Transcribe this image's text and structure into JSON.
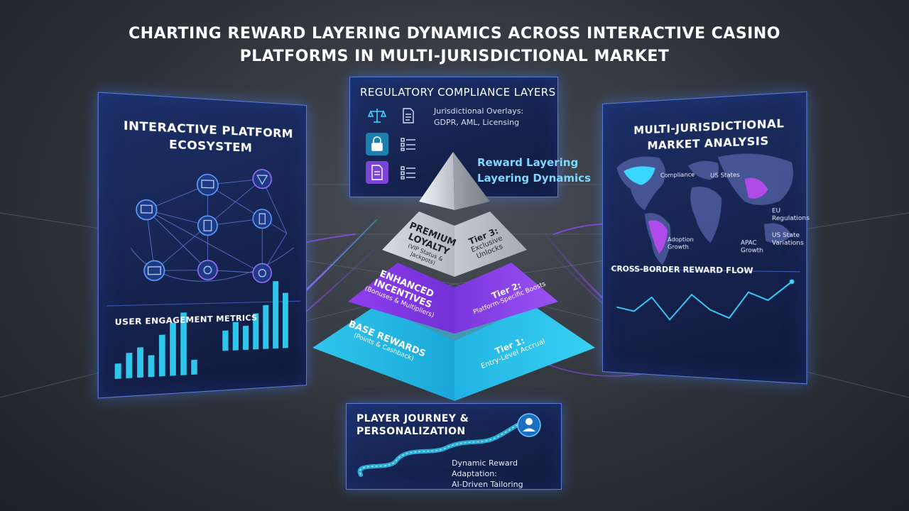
{
  "title": {
    "line1": "CHARTING REWARD LAYERING DYNAMICS ACROSS INTERACTIVE CASINO",
    "line2": "PLATFORMS IN MULTI-JURISDICTIONAL MARKET"
  },
  "left_panel": {
    "title": "INTERACTIVE PLATFORM ECOSYSTEM",
    "metrics_label": "USER ENGAGEMENT METRICS",
    "icons": [
      "monitor-icon",
      "tablet-icon",
      "phone-icon",
      "card-icon",
      "filter-icon",
      "chip-icon"
    ]
  },
  "compliance_panel": {
    "title": "REGULATORY COMPLIANCE LAYERS",
    "text_line1": "Jurisdictional Overlays:",
    "text_line2": "GDPR, AML, Licensing",
    "icons": [
      "scales-icon",
      "document-icon",
      "lock-icon",
      "checklist-icon",
      "document-icon",
      "checklist-icon"
    ]
  },
  "pyramid_side_label": {
    "line1": "Reward Layering",
    "line2": "Layering Dynamics"
  },
  "tiers": {
    "premium": {
      "name1": "PREMIUM",
      "name2": "LOYALTY",
      "sub": "(VIP Status & Jackpots)",
      "tier": "Tier 3:",
      "desc1": "Exclusive",
      "desc2": "Unlocks"
    },
    "enhanced": {
      "name1": "ENHANCED",
      "name2": "INCENTIVES",
      "sub": "(Bonuses & Multipliers)",
      "tier": "Tier 2:",
      "desc1": "Platform-Specific Boosts"
    },
    "base": {
      "name1": "BASE REWARDS",
      "sub": "(Points & Cashback)",
      "tier": "Tier 1:",
      "desc1": "Entry-Level Accrual"
    }
  },
  "right_panel": {
    "title": "MULTI-JURISDICTIONAL MARKET ANALYSIS",
    "flow_label": "CROSS-BORDER REWARD FLOW",
    "map_labels": {
      "compliance": "Compliance",
      "us": "US States",
      "latam": "Adoption\nGrowth",
      "eu": "EU\nRegulations",
      "apac": "APAC\nGrowth",
      "us2": "US State\nVariations"
    }
  },
  "journey_panel": {
    "title": "PLAYER JOURNEY & PERSONALIZATION",
    "text_line1": "Dynamic Reward Adaptation:",
    "text_line2": "AI-Driven Tailoring",
    "icon": "user-icon"
  },
  "colors": {
    "cyan": "#2fc6ec",
    "purple": "#8a3fe0",
    "silver": "#b8bcc4",
    "panel": "#1a2a5c"
  },
  "left_bars": [
    0.18,
    0.3,
    0.36,
    0.26,
    0.5,
    0.64,
    0.76,
    0.18
  ],
  "left_bars_b": [
    0.25,
    0.35,
    0.3,
    0.45,
    0.55,
    0.85,
    0.7
  ]
}
